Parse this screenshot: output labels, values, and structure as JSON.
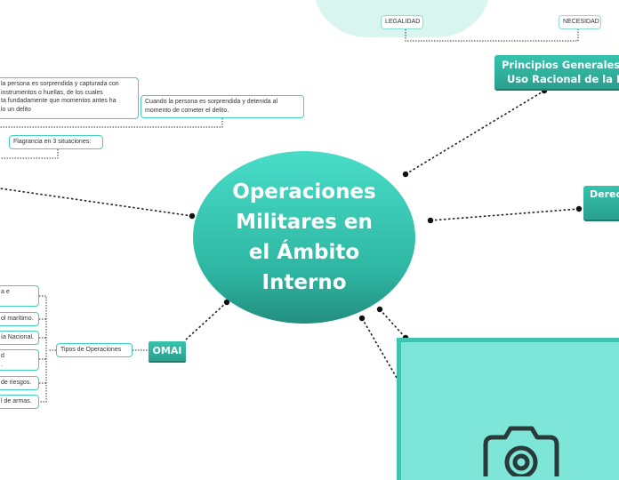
{
  "central": {
    "title": "Operaciones Militares en el Ámbito Interno"
  },
  "top_right": {
    "tags": {
      "legalidad": "LEGALIDAD",
      "necesidad": "NECESIDAD"
    },
    "principios": {
      "line1": "Principios Generales p",
      "line2": "Uso Racional de la Fu"
    }
  },
  "right": {
    "derecho": "Derec"
  },
  "top_left": {
    "bubble_long": {
      "line1": "la persona es sorprendida y capturada con",
      "line2": "instrumentos o huellas, de los cuales",
      "line3": "ta fundadamente que momentos antes ha",
      "line4": "lo un delito"
    },
    "bubble_detenida": {
      "line1": "Cuando la persona es sorprendida y detenida al",
      "line2": "momento de cometer el delito."
    },
    "flagrancia": "Flagrancia en 3 situaciones:"
  },
  "omai": {
    "label": "OMAI",
    "tipos": "Tipos de Operaciones",
    "items": [
      {
        "line1": "a e",
        "line2": ""
      },
      {
        "line1": "ol marítimo.",
        "line2": ""
      },
      {
        "line1": "ía Nacional.",
        "line2": ""
      },
      {
        "line1": "d",
        "line2": "."
      },
      {
        "line1": "de riesgos.",
        "line2": ""
      },
      {
        "line1": "l de armas.",
        "line2": ""
      }
    ]
  },
  "colors": {
    "accent": "#2eb6a2",
    "central_top": "#48ddc8",
    "panel": "#7ee6d8",
    "connector": "#222222"
  },
  "icons": {
    "image_placeholder": "camera-icon"
  }
}
